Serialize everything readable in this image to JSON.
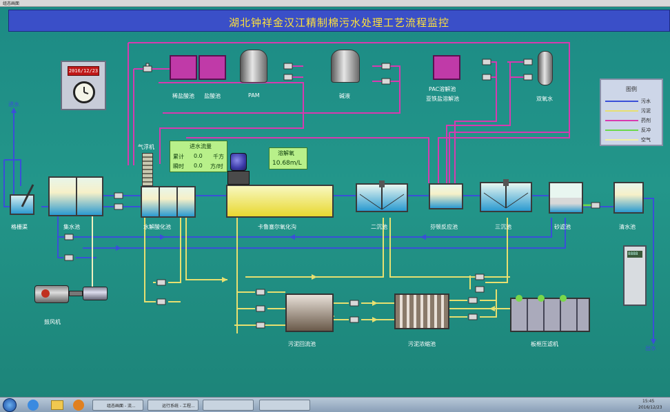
{
  "window": {
    "title": "组态画面"
  },
  "banner": {
    "title": "湖北钟祥金汉江精制棉污水处理工艺流程监控"
  },
  "clock": {
    "date": "2016/12/23"
  },
  "labels": {
    "inlet": "进水",
    "outlet": "出水",
    "gelishan": "格栅渠",
    "jishuichi": "集水池",
    "qifuji": "气浮机",
    "shuijie": "水解酸化池",
    "kaluse": "卡鲁塞尔氧化沟",
    "erchen": "二沉池",
    "fenton": "芬顿反应池",
    "sanchen": "三沉池",
    "shalv": "砂滤池",
    "qingshui": "清水池",
    "gufeng": "鼓风机",
    "wuni_huiliu": "污泥回流池",
    "wuni_nongsuo": "污泥浓缩池",
    "bankuang": "板框压滤机",
    "xiyansuan": "稀盐酸池",
    "yansuan": "盐酸池",
    "pam": "PAM",
    "jianye": "碱液",
    "pac": "PAC溶解池",
    "yalv": "亚铁盐溶解池",
    "shuangyang": "双氧水"
  },
  "flowmeter": {
    "title": "进水流量",
    "row1_name": "累计",
    "row1_value": "0.0",
    "row1_unit": "千方",
    "row2_name": "瞬时",
    "row2_value": "0.0",
    "row2_unit": "方/时"
  },
  "oxygen": {
    "title": "溶解氧",
    "value": "10.68m/L"
  },
  "legend": {
    "title": "图例",
    "items": [
      {
        "label": "污水",
        "color": "#3a4fd8"
      },
      {
        "label": "污泥",
        "color": "#e8e070"
      },
      {
        "label": "药剂",
        "color": "#d83ab0"
      },
      {
        "label": "反冲",
        "color": "#6ad84a"
      },
      {
        "label": "空气",
        "color": "#f0f0a0"
      }
    ]
  },
  "cabinet": {
    "display": "8888"
  },
  "taskbar": {
    "items": [
      {
        "label": "组态画面 - 流..."
      },
      {
        "label": "运行系统 - 工程..."
      },
      {
        "label": ""
      },
      {
        "label": ""
      }
    ],
    "time": "15:45",
    "date": "2016/12/23"
  },
  "colors": {
    "sewage": "#3a4fd8",
    "sludge": "#e8e070",
    "chemical": "#d83ab0",
    "background": "#1f8a80",
    "banner": "#3a4fc8",
    "banner_text": "#ffe23a"
  }
}
